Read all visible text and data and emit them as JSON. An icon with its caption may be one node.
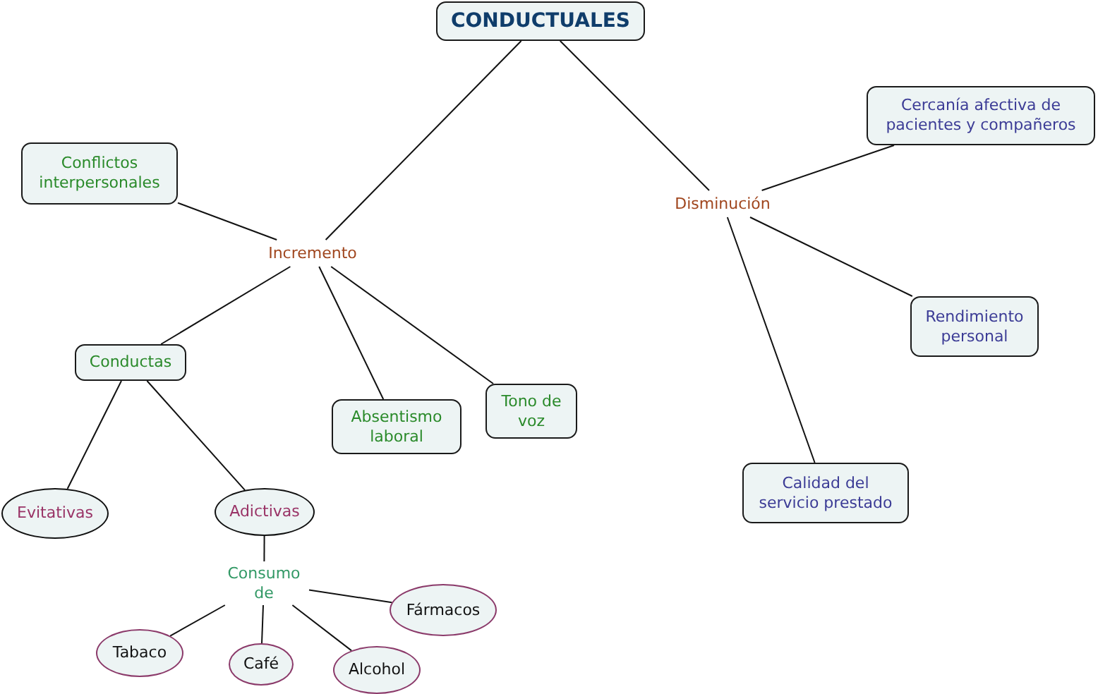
{
  "diagram": {
    "nodes": [
      {
        "text": [
          "CONDUCTUALES"
        ]
      },
      {
        "text": [
          "Cercanía afectiva de pacientes y compañeros"
        ]
      },
      {
        "text": [
          "Conflictos interpersonales"
        ]
      },
      {
        "text": [
          "Disminución"
        ]
      },
      {
        "text": [
          "Incremento"
        ]
      },
      {
        "text": [
          "Rendimiento personal"
        ]
      },
      {
        "text": [
          "Conductas"
        ]
      },
      {
        "text": [
          "Tono de voz"
        ]
      },
      {
        "text": [
          "Absentismo laboral"
        ]
      },
      {
        "text": [
          "Calidad del servicio prestado"
        ]
      },
      {
        "text": [
          "Evitativas"
        ]
      },
      {
        "text": [
          "Adictivas"
        ]
      },
      {
        "text": [
          "Consumo de"
        ]
      },
      {
        "text": [
          "Fármacos"
        ]
      },
      {
        "text": [
          "Tabaco"
        ]
      },
      {
        "text": [
          "Café"
        ]
      },
      {
        "text": [
          "Alcohol"
        ]
      }
    ],
    "edges": [
      {
        "from": 0,
        "to": 4,
        "arrow": "none"
      },
      {
        "from": 0,
        "to": 3,
        "arrow": "none"
      },
      {
        "from": 4,
        "to": 2,
        "arrow": "none"
      },
      {
        "from": 3,
        "to": 1,
        "arrow": "none"
      },
      {
        "from": 3,
        "to": 5,
        "arrow": "none"
      },
      {
        "from": 4,
        "to": 6,
        "arrow": "none"
      },
      {
        "from": 4,
        "to": 8,
        "arrow": "none"
      },
      {
        "from": 4,
        "to": 7,
        "arrow": "none"
      },
      {
        "from": 3,
        "to": 9,
        "arrow": "none"
      },
      {
        "from": 6,
        "to": 10,
        "arrow": "none"
      },
      {
        "from": 6,
        "to": 11,
        "arrow": "none"
      },
      {
        "from": 11,
        "to": 12,
        "arrow": "none"
      },
      {
        "from": 12,
        "to": 13,
        "arrow": "none"
      },
      {
        "from": 12,
        "to": 14,
        "arrow": "none"
      },
      {
        "from": 12,
        "to": 15,
        "arrow": "none"
      },
      {
        "from": 12,
        "to": 16,
        "arrow": "none"
      }
    ]
  }
}
